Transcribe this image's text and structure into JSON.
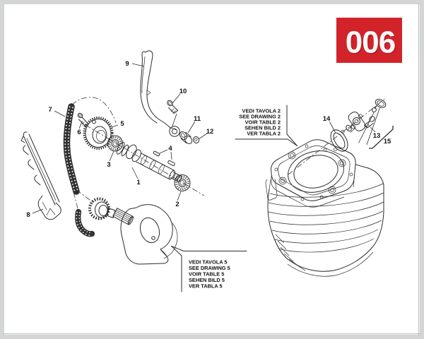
{
  "frame": {
    "border_color": "#d4d6d6",
    "background": "#ffffff"
  },
  "badge": {
    "text": "006",
    "background": "#d3232a",
    "color": "#f8f8f8",
    "shadow": "#8e1318"
  },
  "callouts": {
    "table2": {
      "lines": [
        "VEDI TAVOLA 2",
        "SEE DRAWING 2",
        "VOIR TABLE 2",
        "SEHEN BILD 2",
        "VER TABLA 2"
      ]
    },
    "table5": {
      "lines": [
        "VEDI TAVOLA 5",
        "SEE DRAWING 5",
        "VOIR TABLE 5",
        "SEHEN BILD 5",
        "VER TABLA 5"
      ]
    }
  },
  "part_labels": {
    "1": "1",
    "2": "2",
    "3": "3",
    "4": "4",
    "5": "5",
    "6": "6",
    "7": "7",
    "8": "8",
    "9": "9",
    "10": "10",
    "11": "11",
    "12": "12",
    "13": "13",
    "14": "14",
    "15": "15"
  },
  "ink_color": "#2b2b2b"
}
